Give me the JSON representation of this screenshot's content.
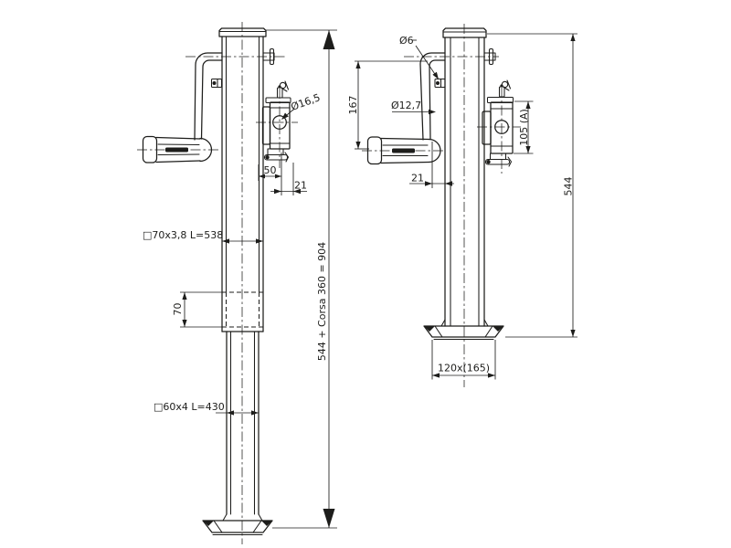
{
  "drawing": {
    "background": "#ffffff",
    "line_color": "#1d1d1b",
    "subject": "telescopic trailer support leg with crank handle, two orthographic views",
    "labels": {
      "hole_dia": "Ø16,5",
      "gear_width": "50",
      "gear_offset": "21",
      "outer_tube": "□70x3,8 L=538",
      "overlap": "70",
      "inner_tube": "□60x4 L=430",
      "total_extension": "544 + Corsa 360 = 904",
      "pin_dia": "Ø6",
      "crank_height": "167",
      "rod_dia": "Ø12,7",
      "gear_height": "105 (A)",
      "crank_offset": "21",
      "overall_height": "544",
      "foot_plate": "120x(165)"
    }
  }
}
